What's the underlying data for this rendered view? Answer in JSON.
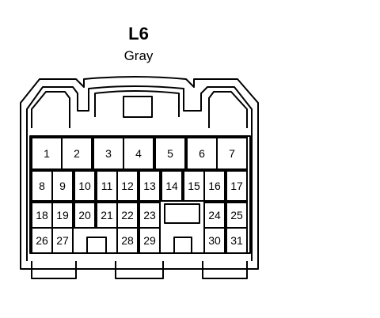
{
  "connector": {
    "name": "L6",
    "color": "Gray"
  },
  "pins": [
    {
      "label": "1"
    },
    {
      "label": "2"
    },
    {
      "label": "3"
    },
    {
      "label": "4"
    },
    {
      "label": "5"
    },
    {
      "label": "6"
    },
    {
      "label": "7"
    },
    {
      "label": "8"
    },
    {
      "label": "9"
    },
    {
      "label": "10"
    },
    {
      "label": "11"
    },
    {
      "label": "12"
    },
    {
      "label": "13"
    },
    {
      "label": "14"
    },
    {
      "label": "15"
    },
    {
      "label": "16"
    },
    {
      "label": "17"
    },
    {
      "label": "18"
    },
    {
      "label": "19"
    },
    {
      "label": "20"
    },
    {
      "label": "21"
    },
    {
      "label": "22"
    },
    {
      "label": "23"
    },
    {
      "label": "24"
    },
    {
      "label": "25"
    },
    {
      "label": "26"
    },
    {
      "label": "27"
    },
    {
      "label": "28"
    },
    {
      "label": "29"
    },
    {
      "label": "30"
    },
    {
      "label": "31"
    }
  ]
}
